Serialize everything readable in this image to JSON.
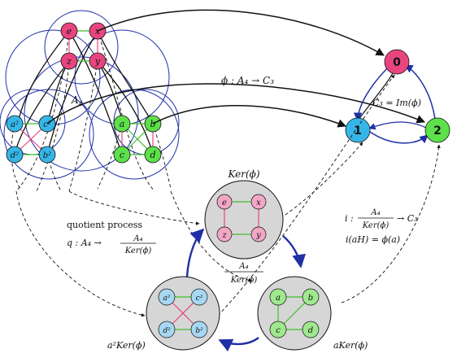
{
  "a4": {
    "label": "A",
    "sub": "4",
    "red_nodes": [
      "e",
      "x",
      "z",
      "y"
    ],
    "blue_nodes": [
      "a²",
      "c²",
      "d²",
      "b²"
    ],
    "green_nodes": [
      "a",
      "b",
      "c",
      "d"
    ]
  },
  "c3": {
    "nodes": [
      "0",
      "1",
      "2"
    ],
    "phi_label": "ϕ : A₄ → C₃",
    "im_label": "C₃ = Im(ϕ)"
  },
  "kernel": {
    "title": "Ker(ϕ)",
    "nodes": [
      "e",
      "x",
      "z",
      "y"
    ]
  },
  "cosets": {
    "a2ker": {
      "label": "a²Ker(ϕ)",
      "nodes": [
        "a²",
        "c²",
        "d²",
        "b²"
      ]
    },
    "aker": {
      "label": "aKer(ϕ)",
      "nodes": [
        "a",
        "b",
        "c",
        "d"
      ]
    },
    "quotient_num": "A₄",
    "quotient_den": "Ker(ϕ)"
  },
  "quotient": {
    "line1": "quotient process",
    "line2_left": "q : A₄ →",
    "frac_num": "A₄",
    "frac_den": "Ker(ϕ)"
  },
  "iso": {
    "left": "i :",
    "frac_num": "A₄",
    "frac_den": "Ker(ϕ)",
    "right": "→ C₃",
    "rule": "i(aH) = ϕ(a)"
  },
  "colors": {
    "red": "#e8457f",
    "blue": "#36b6e8",
    "green": "#5de04a",
    "pink_light": "#f2a7c6",
    "blue_light": "#a6d8f2",
    "green_light": "#9fe88e",
    "gray_circle": "#d6d6d6",
    "arrow_blue": "#1f2fa6"
  }
}
